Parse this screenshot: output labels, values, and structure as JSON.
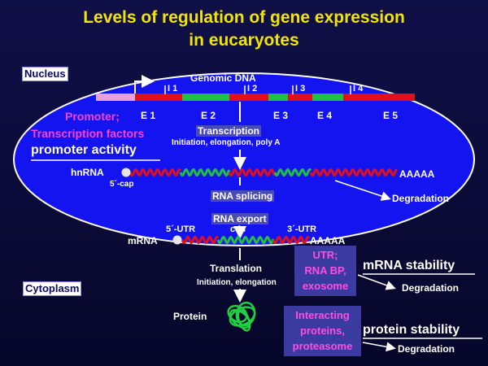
{
  "title": {
    "line1": "Levels of regulation of gene expression",
    "line2": "in eucaryotes"
  },
  "labels": {
    "nucleus": "Nucleus",
    "cytoplasm": "Cytoplasm",
    "genomic_dna": "Genomic DNA",
    "promoter_line1": "Promoter;",
    "promoter_line2": "Transcription factors",
    "promoter_activity": "promoter activity",
    "transcription": "Transcription",
    "transcription_sub": "Initiation, elongation, poly A",
    "hnrna": "hnRNA",
    "cap": "5´-cap",
    "polya_hn": "AAAAA",
    "degradation_1": "Degradation",
    "rna_splicing": "RNA splicing",
    "rna_export": "RNA export",
    "utr5": "5´-UTR",
    "cds": "cds",
    "utr3": "3´-UTR",
    "mrna": "mRNA",
    "polya_m": "AAAAA",
    "utr_box": [
      "UTR;",
      "RNA BP,",
      "exosome"
    ],
    "mrna_stability": "mRNA stability",
    "degradation_2": "Degradation",
    "translation": "Translation",
    "translation_sub": "Initiation, elongation",
    "protein": "Protein",
    "interact_box": [
      "Interacting",
      "proteins,",
      "proteasome"
    ],
    "protein_stability": "protein stability",
    "degradation_3": "Degradation"
  },
  "introns": [
    "I 1",
    "I 2",
    "I 3",
    "I 4"
  ],
  "exons": [
    "E 1",
    "E 2",
    "E 3",
    "E 4",
    "E 5"
  ],
  "colors": {
    "title": "#f2e600",
    "ellipse": "#1414f0",
    "exon": "#e0101c",
    "intron": "#20c040",
    "promoter": "#e8a0d8",
    "magenta": "#ff40d0",
    "box_bg": "#3a3aa0",
    "box_text": "#ff4ee0"
  }
}
